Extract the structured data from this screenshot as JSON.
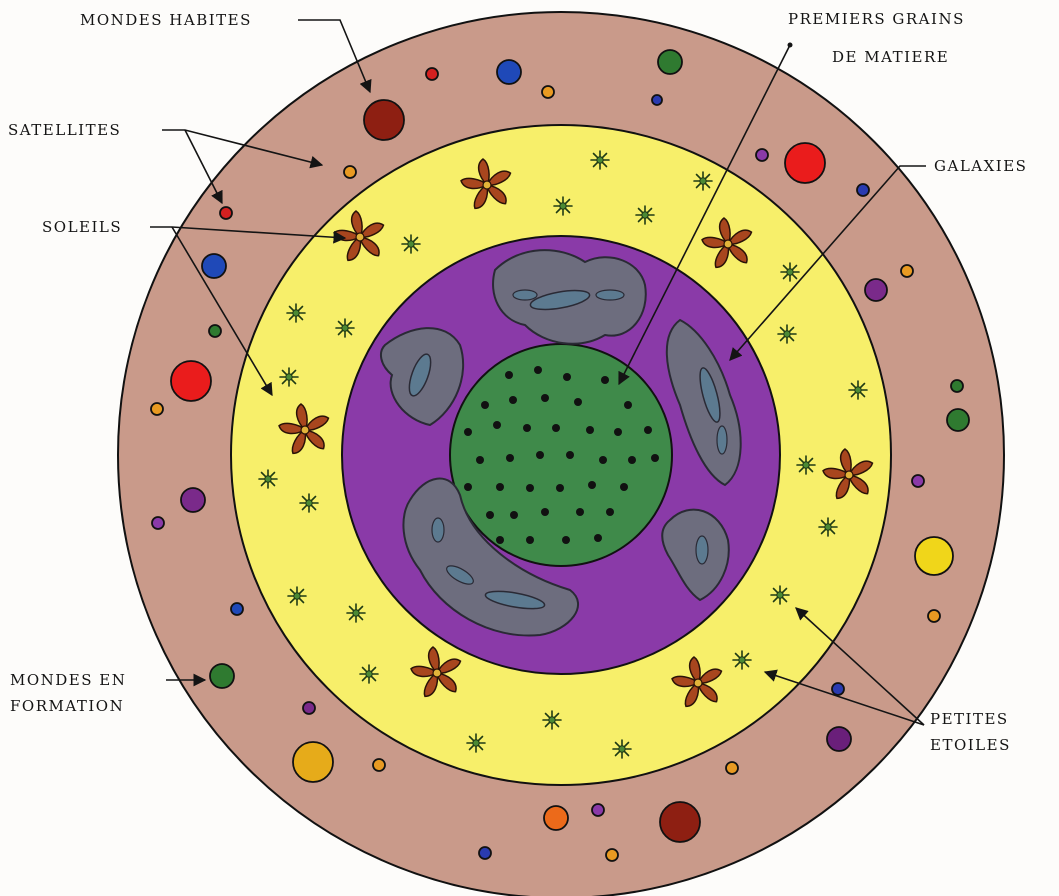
{
  "labels": {
    "mondes_habites": "MONDES HABITES",
    "satellites": "SATELLITES",
    "soleils": "SOLEILS",
    "mondes_en_formation_1": "MONDES EN",
    "mondes_en_formation_2": "FORMATION",
    "premiers_grains_1": "PREMIERS GRAINS",
    "premiers_grains_2": "DE MATIERE",
    "galaxies": "GALAXIES",
    "petites_etoiles_1": "PETITES",
    "petites_etoiles_2": "ETOILES"
  },
  "colors": {
    "outer_ring": "#c99a8a",
    "yellow_ring": "#f7ef6a",
    "purple_ring": "#8a3aa8",
    "core": "#3f8a4a",
    "galaxy": "#6d6d7e",
    "sun_petal": "#a8461e",
    "small_star": "#3f6b2a"
  }
}
